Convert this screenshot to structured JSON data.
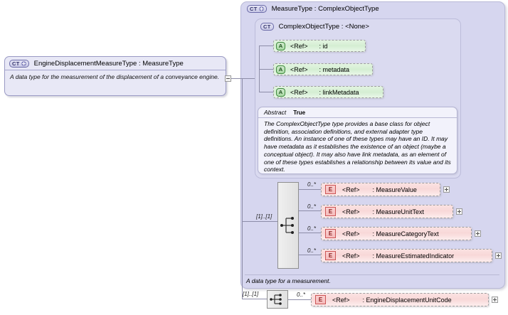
{
  "diagram": {
    "kind": "xsd-schema-documentation",
    "background": "#ffffff"
  },
  "left_type": {
    "icon": "complextype-expand-icon",
    "icon_label": "CT",
    "title": "EngineDisplacementMeasureType : MeasureType",
    "documentation": "A data type for the measurement of the displacement of a conveyance engine.",
    "toggle": "collapse-toggle"
  },
  "measure_panel": {
    "icon": "complextype-expand-icon",
    "icon_label": "CT",
    "title": "MeasureType : ComplexObjectType",
    "footer_documentation": "A data type for a measurement."
  },
  "complex_object_panel": {
    "icon": "complextype-icon",
    "icon_label": "CT",
    "title": "ComplexObjectType : <None>",
    "attributes": [
      {
        "icon": "attribute-icon",
        "icon_label": "A",
        "ref": "<Ref>",
        "name": ": id"
      },
      {
        "icon": "attribute-icon",
        "icon_label": "A",
        "ref": "<Ref>",
        "name": ": metadata"
      },
      {
        "icon": "attribute-icon",
        "icon_label": "A",
        "ref": "<Ref>",
        "name": ": linkMetadata"
      }
    ],
    "abstract_label": "Abstract",
    "abstract_value": "True",
    "documentation": "The ComplexObjectType type provides a base class for object definition, association definitions, and external adapter type definitions. An instance of one of these types may have an ID. It may have metadata as it establishes the existence of an object (maybe a conceptual object). It may also have link metadata, as an element of one of these types establishes a relationship between its value and its context."
  },
  "measure_sequence": {
    "compositor": "sequence-compositor",
    "cardinality": "[1]..[1]",
    "elements": [
      {
        "icon": "element-icon",
        "icon_label": "E",
        "cardinality": "0..*",
        "ref": "<Ref>",
        "name": ": MeasureValue",
        "expand": "expand-toggle"
      },
      {
        "icon": "element-icon",
        "icon_label": "E",
        "cardinality": "0..*",
        "ref": "<Ref>",
        "name": ": MeasureUnitText",
        "expand": "expand-toggle"
      },
      {
        "icon": "element-icon",
        "icon_label": "E",
        "cardinality": "0..*",
        "ref": "<Ref>",
        "name": ": MeasureCategoryText",
        "expand": "expand-toggle"
      },
      {
        "icon": "element-icon",
        "icon_label": "E",
        "cardinality": "0..*",
        "ref": "<Ref>",
        "name": ": MeasureEstimatedIndicator",
        "expand": "expand-toggle"
      }
    ]
  },
  "root_sequence": {
    "compositor": "sequence-compositor",
    "cardinality": "[1]..[1]",
    "elements": [
      {
        "icon": "element-icon",
        "icon_label": "E",
        "cardinality": "0..*",
        "ref": "<Ref>",
        "name": ": EngineDisplacementUnitCode",
        "expand": "expand-toggle"
      }
    ]
  }
}
